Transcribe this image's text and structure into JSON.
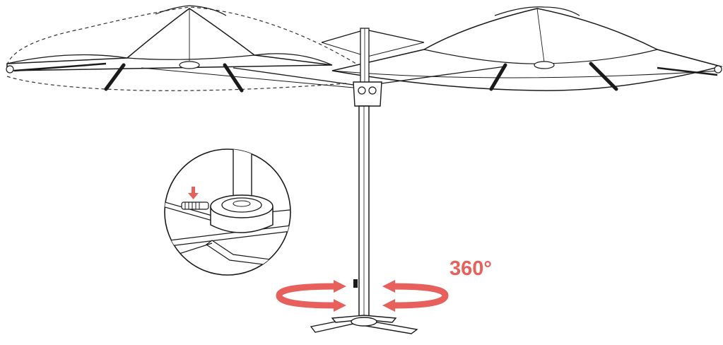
{
  "diagram": {
    "rotation_label": "360°",
    "colors": {
      "line": "#1a1a1a",
      "fill": "#ffffff",
      "accent": "#e8605c",
      "dashed": "#333333"
    },
    "icons": {
      "rotate_left": "rotate-counterclockwise-arrow",
      "rotate_right": "rotate-clockwise-arrow",
      "release_arrow": "down-arrow"
    }
  }
}
